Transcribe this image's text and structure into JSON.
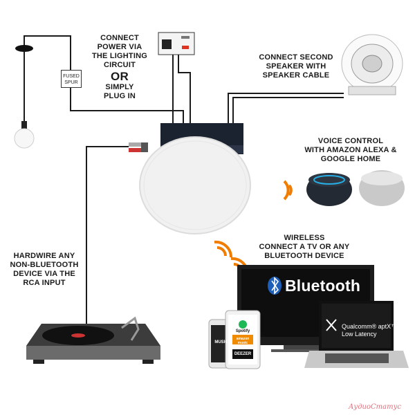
{
  "labels": {
    "connect_power_line1": "CONNECT",
    "connect_power_line2": "POWER VIA",
    "connect_power_line3": "THE LIGHTING",
    "connect_power_line4": "CIRCUIT",
    "or": "OR",
    "simply_line1": "SIMPLY",
    "simply_line2": "PLUG IN",
    "second_speaker_line1": "CONNECT SECOND",
    "second_speaker_line2": "SPEAKER WITH",
    "second_speaker_line3": "SPEAKER CABLE",
    "voice_line1": "VOICE CONTROL",
    "voice_line2": "WITH AMAZON ALEXA &",
    "voice_line3": "GOOGLE HOME",
    "wireless_line1": "WIRELESS",
    "wireless_line2": "CONNECT A TV OR ANY",
    "wireless_line3": "BLUETOOTH DEVICE",
    "hardwire_line1": "HARDWIRE ANY",
    "hardwire_line2": "NON-BLUETOOTH",
    "hardwire_line3": "DEVICE VIA THE",
    "hardwire_line4": "RCA INPUT",
    "fused_line1": "FUSED",
    "fused_line2": "SPUR"
  },
  "devices": {
    "tv_brand": "Bluetooth",
    "laptop_line1": "Qualcomm® aptX™",
    "laptop_line2": "Low Latency",
    "phone_app": "MUSIC",
    "tablet_app1": "Spotify",
    "tablet_app2": "amazon music",
    "tablet_app3": "DEEZER"
  },
  "watermark": "АудиоСтатус",
  "colors": {
    "wire": "#1a1a1a",
    "signal": "#f07c00",
    "bluetooth_blue": "#1d5fb8"
  }
}
